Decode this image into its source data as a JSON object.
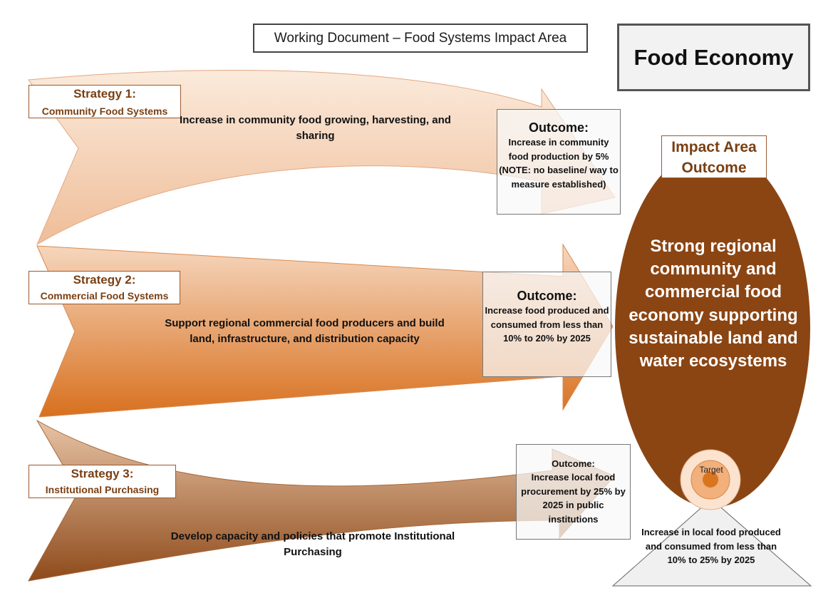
{
  "document_title": "Working Document – Food Systems Impact Area",
  "impact_area_name": "Food Economy",
  "strategies": [
    {
      "number": "Strategy 1:",
      "name": "Community Food Systems",
      "description": "Increase in community food growing, harvesting, and sharing",
      "outcome_heading": "Outcome:",
      "outcome_text": "Increase in community food production by 5% (NOTE: no baseline/ way to measure established)"
    },
    {
      "number": "Strategy 2:",
      "name": "Commercial Food Systems",
      "description": "Support regional commercial food producers and build land, infrastructure, and distribution capacity",
      "outcome_heading": "Outcome:",
      "outcome_text": "Increase food produced and consumed from less than 10% to 20% by 2025"
    },
    {
      "number": "Strategy 3:",
      "name": "Institutional Purchasing",
      "description": "Develop capacity and policies that promote Institutional Purchasing",
      "outcome_heading": "Outcome:",
      "outcome_text": "Increase local food procurement by 25% by 2025 in public institutions"
    }
  ],
  "impact_area_outcome": {
    "heading": "Impact Area Outcome",
    "text": "Strong regional community and commercial food economy supporting sustainable land and water ecosystems"
  },
  "target": {
    "label": "Target",
    "text": "Increase in local food produced and consumed from less than 10% to 25% by 2025"
  },
  "colors": {
    "arrow1_light": "#fbeadb",
    "arrow1_dark": "#efbd98",
    "arrow2_light": "#f6d7bf",
    "arrow2_dark": "#d8701e",
    "arrow3_light": "#e7c4a6",
    "arrow3_dark": "#8e4a1a",
    "impact_oval": "#8b4513",
    "label_text": "#7a3f12"
  }
}
